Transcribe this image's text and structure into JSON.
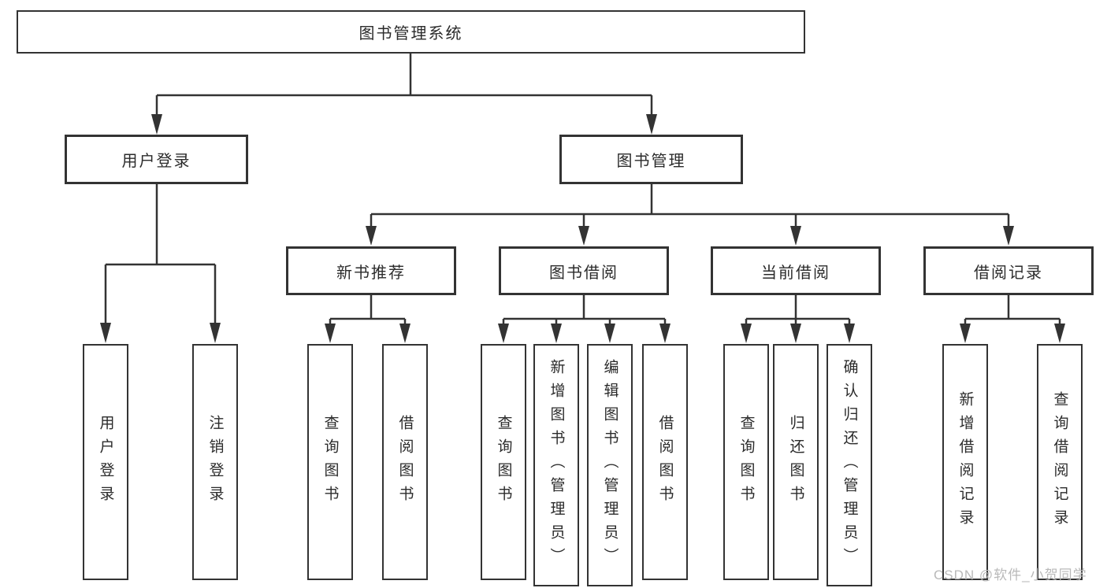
{
  "diagram": {
    "tree": {
      "label": "图书管理系统",
      "children": [
        {
          "label": "用户登录",
          "children": [
            {
              "label": "用户登录"
            },
            {
              "label": "注销登录"
            }
          ]
        },
        {
          "label": "图书管理",
          "children": [
            {
              "label": "新书推荐",
              "children": [
                {
                  "label": "查询图书"
                },
                {
                  "label": "借阅图书"
                }
              ]
            },
            {
              "label": "图书借阅",
              "children": [
                {
                  "label": "查询图书"
                },
                {
                  "label": "新增图书（管理员）"
                },
                {
                  "label": "编辑图书（管理员）"
                },
                {
                  "label": "借阅图书"
                }
              ]
            },
            {
              "label": "当前借阅",
              "children": [
                {
                  "label": "查询图书"
                },
                {
                  "label": "归还图书"
                },
                {
                  "label": "确认归还（管理员）"
                }
              ]
            },
            {
              "label": "借阅记录",
              "children": [
                {
                  "label": "新增借阅记录"
                },
                {
                  "label": "查询借阅记录"
                }
              ]
            }
          ]
        }
      ]
    },
    "line_color": "#333333",
    "text_color": "#2b2b2b",
    "background": "#ffffff"
  },
  "watermark": {
    "text": "CSDN @软件_小贺同学",
    "color": "#b9b9b9"
  }
}
